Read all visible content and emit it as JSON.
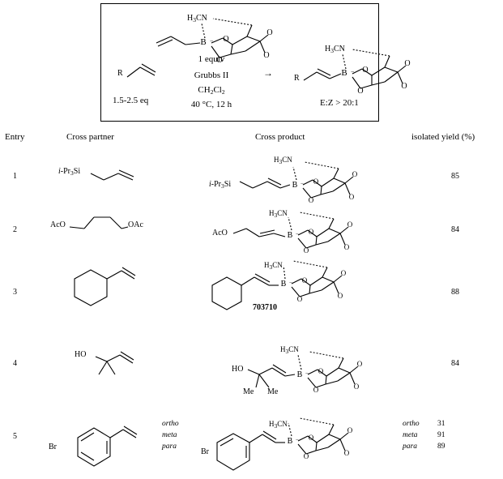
{
  "scheme": {
    "substrate_label": "R",
    "substrate_equiv": "1.5-2.5 eq",
    "reagent_equiv": "1 equiv",
    "catalyst": "Grubbs II",
    "solvent": "CH2Cl2",
    "conditions": "40 °C, 12 h",
    "arrow_symbol": "→",
    "product_label": "R",
    "selectivity": "E:Z > 20:1",
    "boron_amine": "H3CN",
    "boron_atom": "B"
  },
  "table": {
    "headers": {
      "entry": "Entry",
      "cross_partner": "Cross partner",
      "cross_product": "Cross product",
      "yield": "isolated yield (%)"
    },
    "rows": [
      {
        "entry": "1",
        "partner_label": "i-Pr3Si",
        "product_label": "i-Pr3Si",
        "yield": "85",
        "extra_label": "",
        "isomers": []
      },
      {
        "entry": "2",
        "partner_label": "AcO",
        "partner_label2": "OAc",
        "product_label": "AcO",
        "yield": "84",
        "extra_label": "",
        "isomers": []
      },
      {
        "entry": "3",
        "partner_label": "",
        "product_label": "",
        "yield": "88",
        "extra_label": "703710",
        "isomers": []
      },
      {
        "entry": "4",
        "partner_label": "HO",
        "product_label": "HO",
        "methyl_left": "Me",
        "methyl_right": "Me",
        "yield": "84",
        "extra_label": "",
        "isomers": []
      },
      {
        "entry": "5",
        "partner_label": "Br",
        "product_label": "Br",
        "yield": "",
        "extra_label": "",
        "isomers": [
          {
            "name": "ortho",
            "yield": "31"
          },
          {
            "name": "meta",
            "yield": "91"
          },
          {
            "name": "para",
            "yield": "89"
          }
        ]
      }
    ]
  }
}
